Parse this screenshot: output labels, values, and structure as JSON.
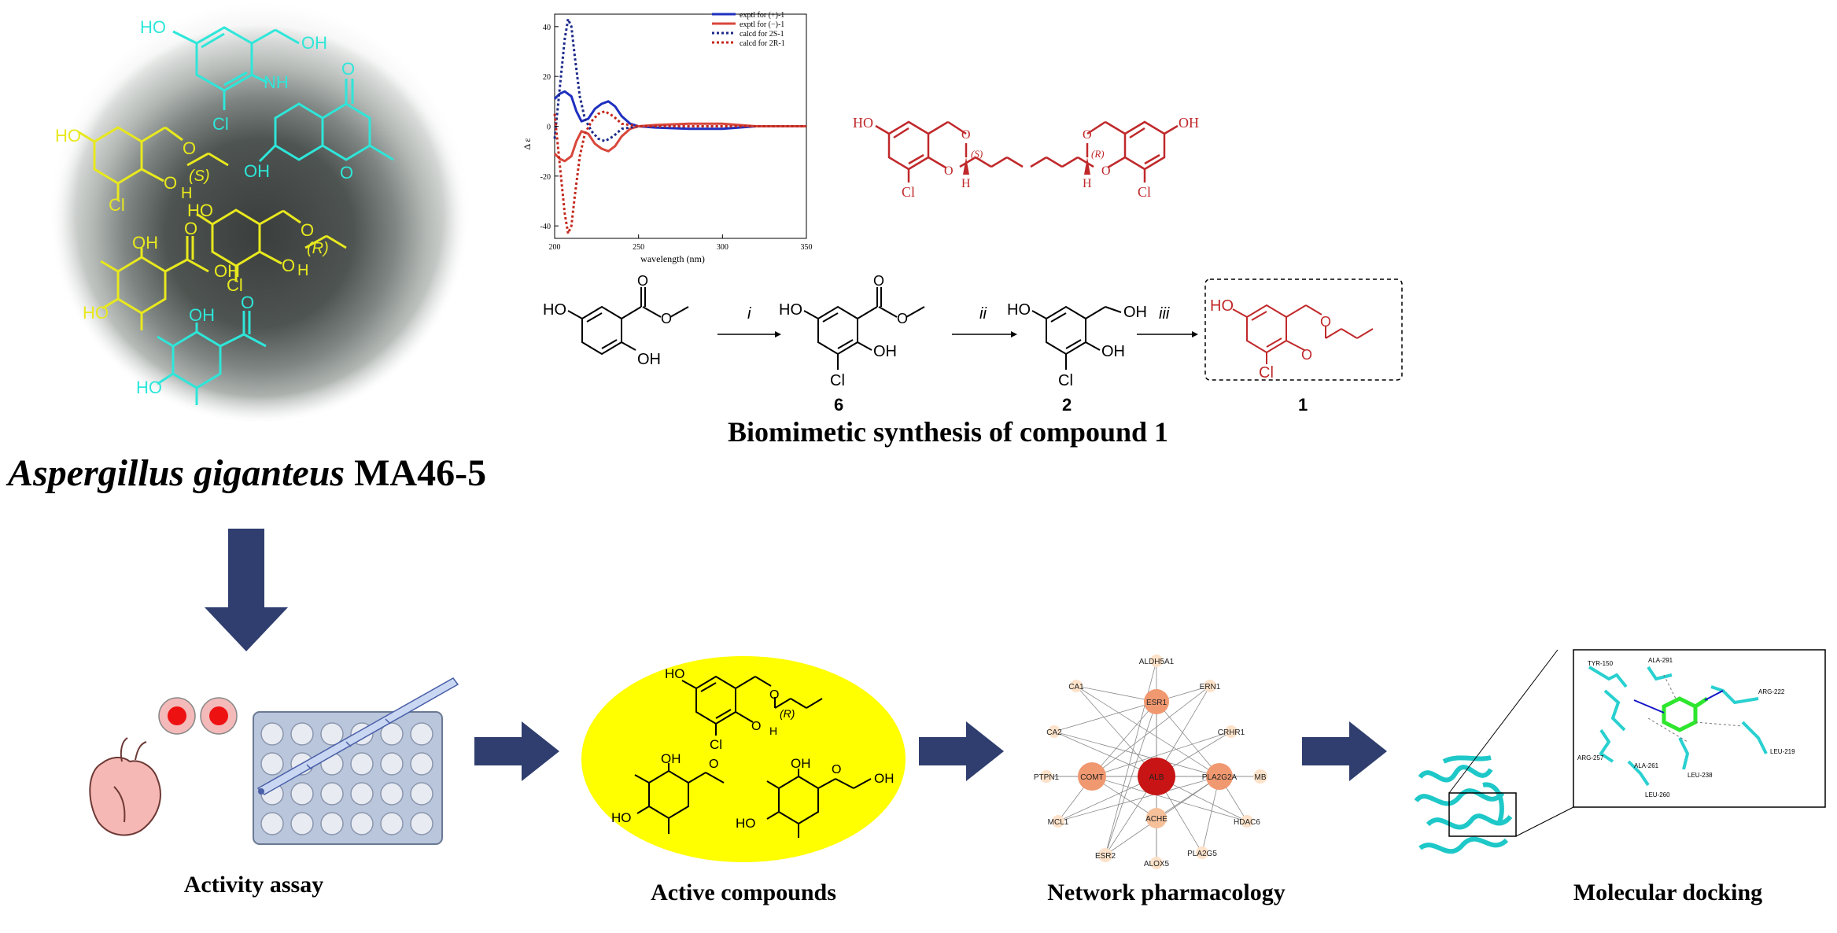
{
  "organism": {
    "genus_species": "Aspergillus giganteus",
    "strain": "MA46-5"
  },
  "cd_chart": {
    "ylabel": "Δ ε",
    "xlabel": "wavelength (nm)",
    "xlim": [
      200,
      350
    ],
    "ylim": [
      -45,
      45
    ],
    "xticks": [
      "200",
      "250",
      "300",
      "350"
    ],
    "yticks": [
      "40",
      "20",
      "0",
      "-20",
      "-40"
    ],
    "legend": [
      {
        "label": "exptl for (+)-1",
        "color": "#1f2fbf",
        "style": "solid"
      },
      {
        "label": "exptl for (−)-1",
        "color": "#d8473b",
        "style": "solid"
      },
      {
        "label": "calcd for 2S-1",
        "color": "#1c2a8a",
        "style": "dotted"
      },
      {
        "label": "calcd for 2R-1",
        "color": "#c4281c",
        "style": "dotted"
      }
    ]
  },
  "chart_data": {
    "type": "line",
    "title": "",
    "xlabel": "wavelength (nm)",
    "ylabel": "Δ ε",
    "xlim": [
      200,
      350
    ],
    "ylim": [
      -45,
      45
    ],
    "grid": false,
    "legend_placement": "top-right",
    "series": [
      {
        "name": "exptl for (+)-1",
        "color": "#1f2fbf",
        "dash": "solid",
        "x": [
          200,
          203,
          206,
          210,
          213,
          216,
          220,
          224,
          228,
          232,
          236,
          240,
          245,
          250,
          260,
          280,
          300,
          320,
          340,
          350
        ],
        "y": [
          11,
          13,
          14,
          12,
          6,
          2,
          3,
          7,
          9,
          10,
          8,
          4,
          1,
          0,
          -0.5,
          -1,
          -1,
          0,
          0,
          0
        ]
      },
      {
        "name": "exptl for (−)-1",
        "color": "#d8473b",
        "dash": "solid",
        "x": [
          200,
          203,
          206,
          210,
          213,
          216,
          220,
          224,
          228,
          232,
          236,
          240,
          245,
          250,
          260,
          280,
          300,
          320,
          340,
          350
        ],
        "y": [
          -11,
          -13,
          -14,
          -12,
          -6,
          -2,
          -3,
          -7,
          -9,
          -10,
          -8,
          -4,
          -1,
          0,
          0.5,
          1,
          1,
          0,
          0,
          0
        ]
      },
      {
        "name": "calcd for 2S-1",
        "color": "#1c2a8a",
        "dash": "dotted",
        "x": [
          200,
          203,
          206,
          208,
          210,
          212,
          215,
          218,
          222,
          226,
          230,
          235,
          240,
          250,
          270,
          300,
          350
        ],
        "y": [
          -5,
          15,
          35,
          43,
          40,
          28,
          12,
          3,
          -2,
          -5,
          -6,
          -4,
          -1,
          0,
          0,
          0,
          0
        ]
      },
      {
        "name": "calcd for 2R-1",
        "color": "#c4281c",
        "dash": "dotted",
        "x": [
          200,
          203,
          206,
          208,
          210,
          212,
          215,
          218,
          222,
          226,
          230,
          235,
          240,
          250,
          270,
          300,
          350
        ],
        "y": [
          5,
          -15,
          -35,
          -43,
          -40,
          -28,
          -12,
          -3,
          2,
          5,
          6,
          4,
          1,
          0,
          0,
          0,
          0
        ]
      }
    ]
  },
  "enantiomers": {
    "left": {
      "ho": "HO",
      "cl": "Cl",
      "o1": "O",
      "o2": "O",
      "h": "H",
      "stereo": "(S)"
    },
    "right": {
      "oh": "OH",
      "cl": "Cl",
      "o1": "O",
      "o2": "O",
      "h": "H",
      "stereo": "(R)"
    }
  },
  "synthesis": {
    "title": "Biomimetic synthesis of compound 1",
    "steps": [
      "i",
      "ii",
      "iii"
    ],
    "start": {
      "ho": "HO",
      "oh": "OH",
      "o": "O",
      "o_me": "O"
    },
    "c6": {
      "label": "6",
      "ho": "HO",
      "oh": "OH",
      "cl": "Cl",
      "o": "O",
      "o_me": "O"
    },
    "c2": {
      "label": "2",
      "ho": "HO",
      "oh": "OH",
      "ch2oh": "OH",
      "cl": "Cl"
    },
    "c1": {
      "label": "1",
      "ho": "HO",
      "cl": "Cl",
      "o1": "O",
      "o2": "O"
    }
  },
  "petri": {
    "cyan_top": {
      "ho": "HO",
      "oh": "OH",
      "nh": "NH",
      "cl": "Cl"
    },
    "cyan_chromone": {
      "o_top": "O",
      "o_ring": "O",
      "oh": "OH"
    },
    "yellow_S": {
      "ho": "HO",
      "o1": "O",
      "o2": "O",
      "cl": "Cl",
      "h": "H",
      "stereo": "(S)"
    },
    "yellow_R": {
      "ho": "HO",
      "o1": "O",
      "o2": "O",
      "cl": "Cl",
      "h": "H",
      "stereo": "(R)"
    },
    "yellow_ketol": {
      "oh1": "OH",
      "ho": "HO",
      "o": "O",
      "oh2": "OH"
    },
    "cyan_acetophenone": {
      "oh": "OH",
      "ho": "HO",
      "o": "O"
    }
  },
  "active": {
    "c_R": {
      "ho": "HO",
      "o1": "O",
      "o2": "O",
      "cl": "Cl",
      "h": "H",
      "stereo": "(R)"
    },
    "c_ace": {
      "oh": "OH",
      "ho": "HO",
      "o": "O"
    },
    "c_ketol": {
      "oh1": "OH",
      "ho": "HO",
      "o": "O",
      "oh2": "OH"
    }
  },
  "network": {
    "center": "ALB",
    "nodes": [
      "ALDH5A1",
      "CA1",
      "ERN1",
      "ESR1",
      "CA2",
      "CRHR1",
      "PTPN1",
      "COMT",
      "ALB",
      "PLA2G2A",
      "MB",
      "MCL1",
      "ACHE",
      "HDAC6",
      "ESR2",
      "PLA2G5",
      "ALOX5"
    ]
  },
  "docking": {
    "residues": [
      "TYR-150",
      "ALA-291",
      "ARG-222",
      "ARG-257",
      "ALA-261",
      "LEU-238",
      "LEU-219",
      "LEU-260"
    ]
  },
  "captions": {
    "activity": "Activity assay",
    "active": "Active compounds",
    "network": "Network pharmacology",
    "docking": "Molecular docking"
  },
  "colors": {
    "arrow": "#2f3e6e",
    "yellow_ellipse": "#ffff00",
    "cyan": "#2ee6d9",
    "yellow": "#e8e81e",
    "red_structure": "#c0282a"
  }
}
